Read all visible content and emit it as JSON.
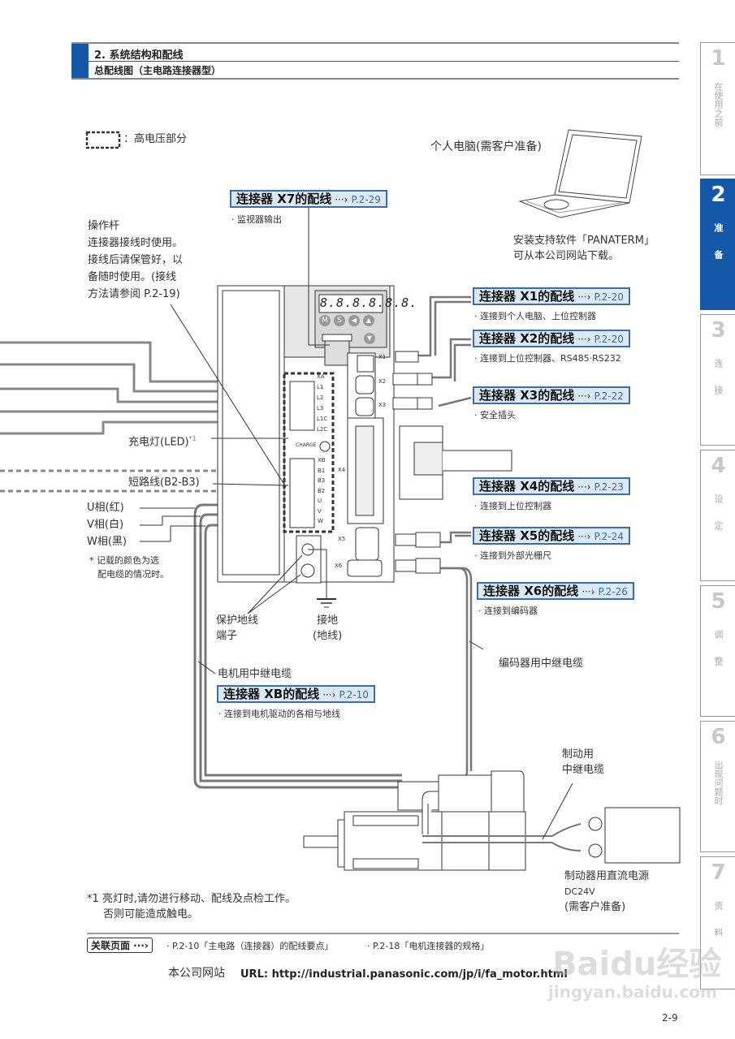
{
  "header": {
    "section_title": "2. 系统结构和配线",
    "subtitle": "总配线图（主电路连接器型）"
  },
  "side_tabs": [
    {
      "num": "1",
      "label": "在使用之前",
      "active": false
    },
    {
      "num": "2",
      "label": "准备",
      "active": true
    },
    {
      "num": "3",
      "label": "连接",
      "active": false
    },
    {
      "num": "4",
      "label": "设定",
      "active": false
    },
    {
      "num": "5",
      "label": "调整",
      "active": false
    },
    {
      "num": "6",
      "label": "出现问题时",
      "active": false
    },
    {
      "num": "7",
      "label": "资料",
      "active": false
    }
  ],
  "legend": {
    "text": "：高电压部分"
  },
  "pc": {
    "title": "个人电脑(需客户准备)",
    "note_line1": "安装支持软件「PANATERM」",
    "note_line2": "可从本公司网站下载。"
  },
  "lever_note": {
    "line1": "操作杆",
    "line2": "连接器接线时使用。",
    "line3": "接线后请保管好，以",
    "line4": "备随时使用。(接线",
    "line5": "方法请参阅 P.2-19)"
  },
  "connectors": {
    "x7": {
      "name": "连接器 X7的配线",
      "arrow": "···›",
      "page": "P.2-29",
      "desc": "· 监视器输出"
    },
    "x1": {
      "name": "连接器 X1的配线",
      "arrow": "···›",
      "page": "P.2-20",
      "desc": "· 连接到个人电脑、上位控制器"
    },
    "x2": {
      "name": "连接器 X2的配线",
      "arrow": "···›",
      "page": "P.2-20",
      "desc": "· 连接到上位控制器、RS485·RS232"
    },
    "x3": {
      "name": "连接器 X3的配线",
      "arrow": "···›",
      "page": "P.2-22",
      "desc": "· 安全插头"
    },
    "x4": {
      "name": "连接器 X4的配线",
      "arrow": "···›",
      "page": "P.2-23",
      "desc": "· 连接到上位控制器"
    },
    "x5": {
      "name": "连接器 X5的配线",
      "arrow": "···›",
      "page": "P.2-24",
      "desc": "· 连接到外部光栅尺"
    },
    "x6": {
      "name": "连接器 X6的配线",
      "arrow": "···›",
      "page": "P.2-26",
      "desc": "· 连接到编码器"
    },
    "xb": {
      "name": "连接器 XB的配线",
      "arrow": "···›",
      "page": "P.2-10",
      "desc": "· 连接到电机驱动的各相与地线"
    }
  },
  "driver": {
    "display": "8.8.8.8.8.8.",
    "buttons": [
      "M",
      "S",
      "◀",
      "▲",
      "▼"
    ],
    "xa_pins": [
      "XA",
      "L1",
      "L2",
      "L3",
      "L1C",
      "L2C"
    ],
    "charge": "CHARGE",
    "xb_pins": [
      "XB",
      "B1",
      "B3",
      "B2",
      "U",
      "V",
      "W"
    ],
    "port_labels": [
      "X1",
      "X2",
      "X3",
      "X4",
      "X5",
      "X6"
    ]
  },
  "labels": {
    "charge_led": "充电灯(LED)",
    "charge_led_note": "*1",
    "short_wire": "短路线(B2-B3)",
    "u_phase": "U相(红)",
    "v_phase": "V相(白)",
    "w_phase": "W相(黑)",
    "color_note1": "* 记载的颜色为选",
    "color_note2": "配电缆的情况时。",
    "pe_terminal1": "保护地线",
    "pe_terminal2": "端子",
    "ground1": "接地",
    "ground2": "(地线)",
    "motor_cable": "电机用中继电缆",
    "encoder_cable": "编码器用中继电缆",
    "brake_cable1": "制动用",
    "brake_cable2": "中继电缆",
    "brake_psu1": "制动器用直流电源",
    "brake_psu2": "DC24V",
    "brake_psu3": "(需客户准备)"
  },
  "footnote": {
    "line1": "*1 亮灯时,请勿进行移动、配线及点检工作。",
    "line2": "否则可能造成触电。"
  },
  "related": {
    "label": "关联页面 ···›",
    "items": [
      "· P.2-10「主电路（连接器）的配线要点」",
      "· P.2-18「电机连接器的规格」"
    ]
  },
  "website": {
    "label": "本公司网站",
    "url": "URL: http://industrial.panasonic.com/jp/i/fa_motor.html"
  },
  "page_number": "2-9",
  "watermark": {
    "brand": "Baidu经验",
    "domain": "jingyan.baidu.com"
  }
}
